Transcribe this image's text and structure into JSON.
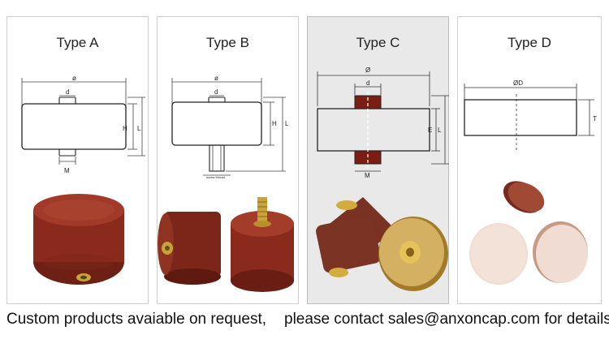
{
  "panels": [
    {
      "id": "A",
      "title": "Type A",
      "labels": {
        "dia": "ø",
        "d": "d",
        "h": "H",
        "l": "L",
        "m": "M"
      }
    },
    {
      "id": "B",
      "title": "Type B",
      "labels": {
        "dia": "ø",
        "d": "d",
        "h": "H",
        "l": "L",
        "screw": "screw thread"
      }
    },
    {
      "id": "C",
      "title": "Type C",
      "labels": {
        "dia": "Ø",
        "d": "d",
        "e": "E",
        "l": "L",
        "m": "M"
      }
    },
    {
      "id": "D",
      "title": "Type D",
      "labels": {
        "dia": "ØD",
        "t": "T"
      }
    }
  ],
  "footer": {
    "left": "Custom products avaiable on request,",
    "right": "please contact sales@anxoncap.com for details"
  },
  "colors": {
    "capacitor": "#8a2a1c",
    "brass": "#c9a23a",
    "silver_face": "#eed6cc"
  }
}
